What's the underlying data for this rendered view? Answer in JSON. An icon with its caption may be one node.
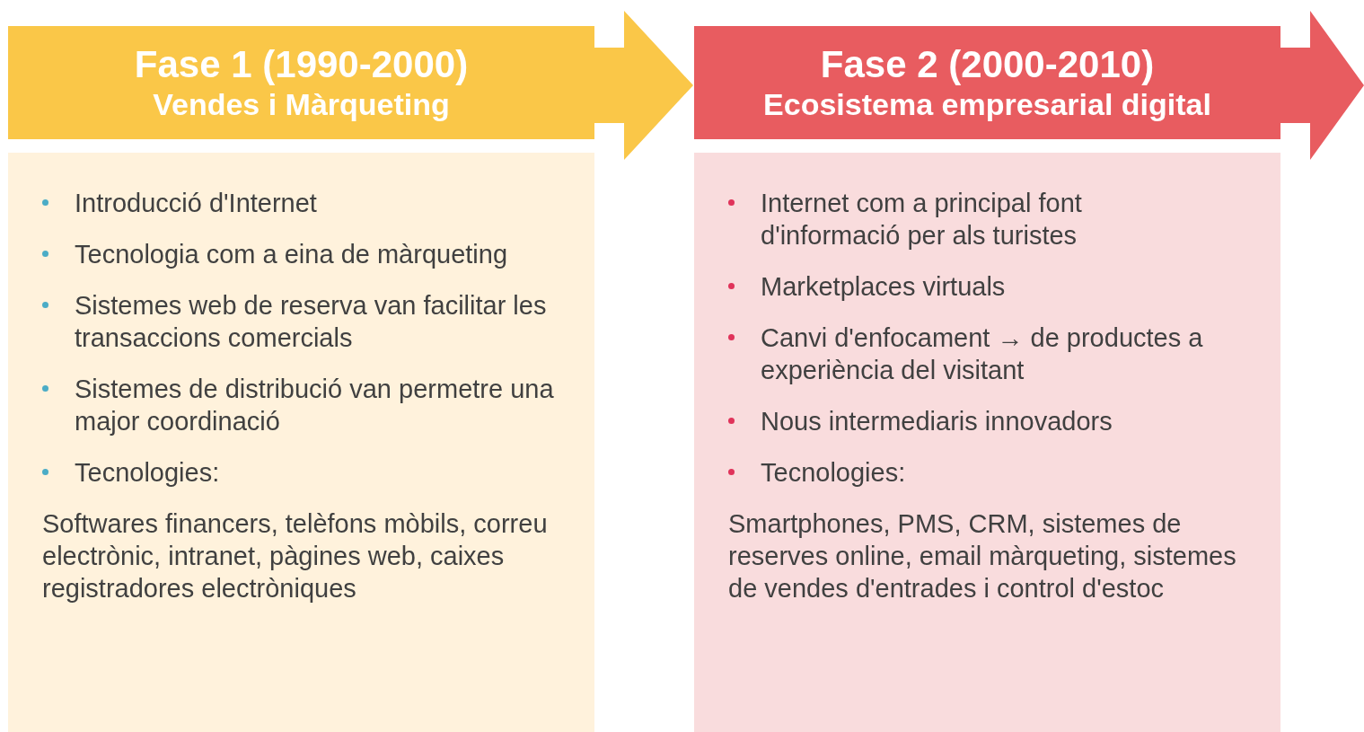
{
  "diagram": {
    "nodes": [
      {
        "text": [
          "Fase 1 (1990-2000)",
          "Vendes i Màrqueting"
        ]
      },
      {
        "text": [
          "Introducció d'Internet",
          "Tecnologia com a eina de màrqueting",
          "Sistemes web de reserva van facilitar les transaccions comercials",
          "Sistemes de distribució van permetre una major coordinació",
          "Tecnologies:",
          "Softwares financers, telèfons mòbils, correu electrònic, intranet, pàgines web, caixes registradores electròniques"
        ]
      },
      {
        "text": [
          "Fase 2 (2000-2010)",
          "Ecosistema empresarial digital"
        ]
      },
      {
        "text": [
          "Internet com a principal font d'informació per als turistes",
          "Marketplaces virtuals",
          "Canvi d'enfocament → de productes a experiència del visitant",
          "Nous intermediaris innovadors",
          "Tecnologies:",
          "Smartphones, PMS, CRM, sistemes de reserves online, email màrqueting, sistemes de vendes d'entrades i control d'estoc"
        ]
      }
    ]
  }
}
